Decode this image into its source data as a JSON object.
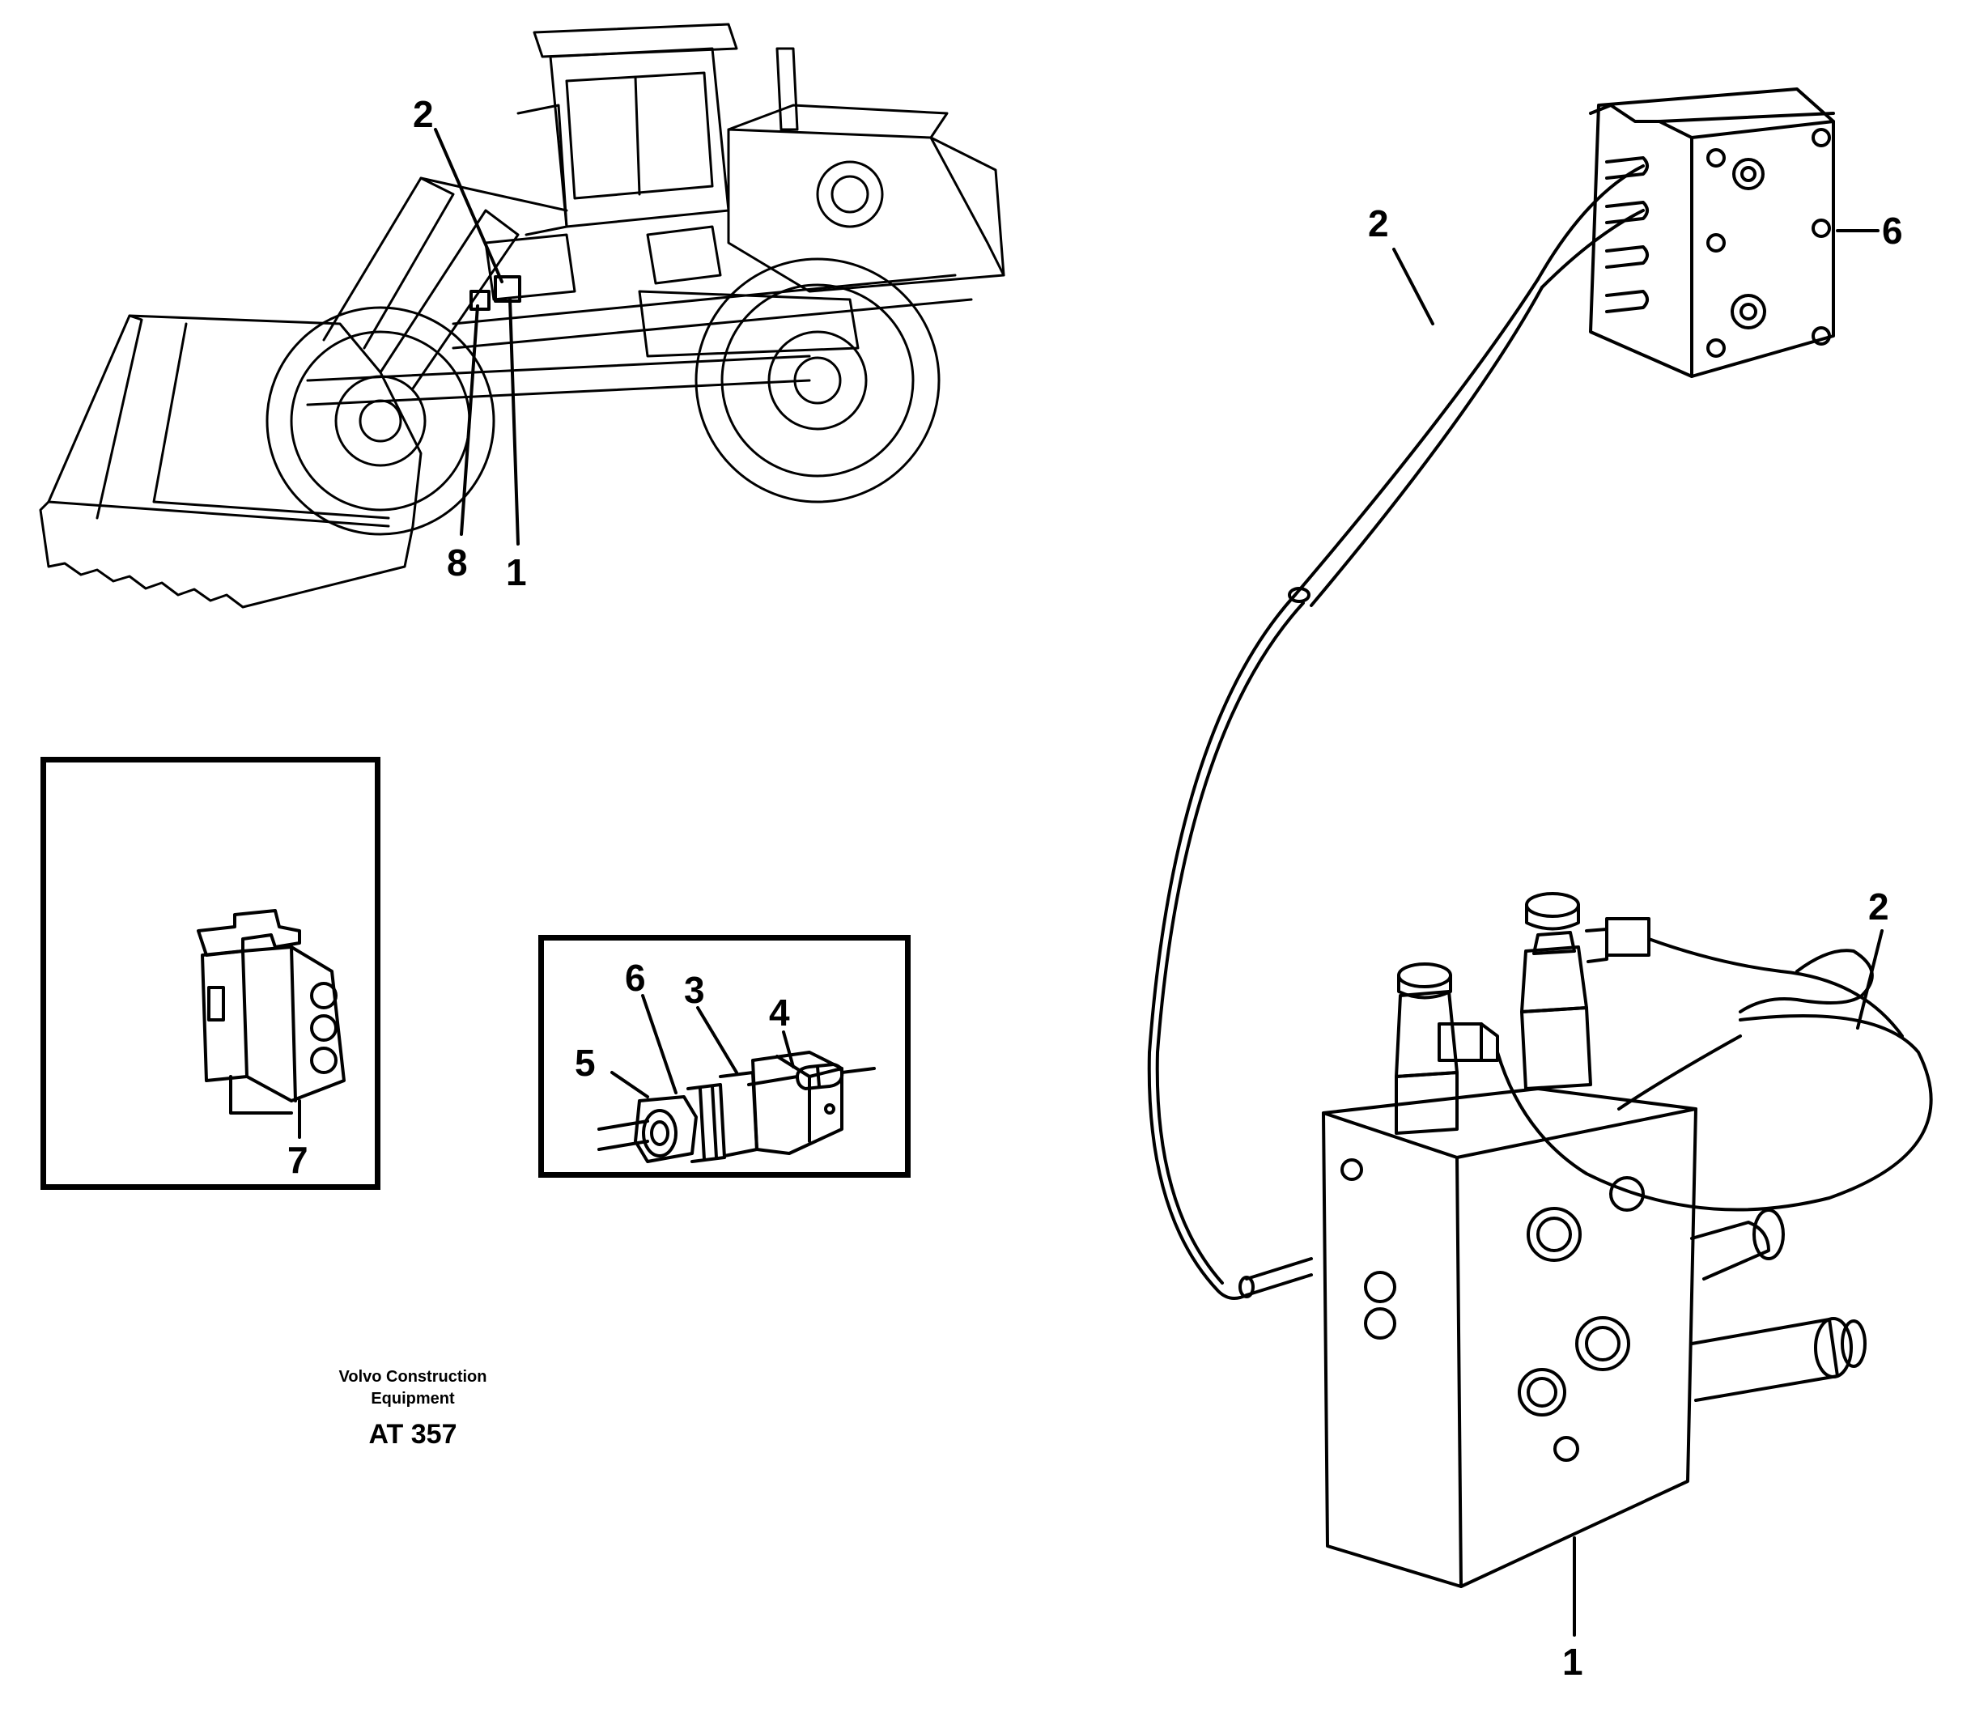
{
  "callouts": {
    "loader_2": "2",
    "loader_8": "8",
    "loader_1": "1",
    "cable_top_2": "2",
    "control_unit_6": "6",
    "valve_right_2": "2",
    "valve_bottom_1": "1",
    "connector_7": "7",
    "sensor_6": "6",
    "sensor_3": "3",
    "sensor_4": "4",
    "sensor_5": "5"
  },
  "footer": {
    "company_line1": "Volvo Construction",
    "company_line2": "Equipment",
    "drawing_ref": "AT 357"
  }
}
